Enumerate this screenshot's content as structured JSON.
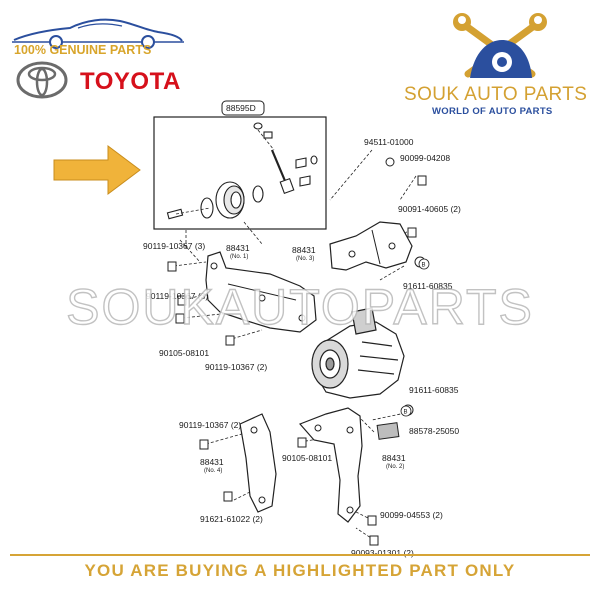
{
  "brand": {
    "genuine_text": "100% GENUINE PARTS",
    "toyota_text": "TOYOTA",
    "store_name": "SOUK AUTO PARTS",
    "store_tagline": "WORLD OF AUTO PARTS"
  },
  "watermark": "SOUKAUTOPARTS",
  "footer": "YOU ARE BUYING A HIGHLIGHTED PART ONLY",
  "colors": {
    "gold": "#d6a436",
    "toyota_red": "#d6101b",
    "store_blue": "#2b4f9e",
    "arrow_yellow": "#f0b33a"
  },
  "highlight": {
    "part": "88595D"
  },
  "callouts": {
    "c1": "94511-01000",
    "c2": "90099-04208",
    "c3": "90091-40605 (2)",
    "c4": "90119-10367 (3)",
    "c5": "88431",
    "c5_sub": "(No. 1)",
    "c6": "88431",
    "c6_sub": "(No. 3)",
    "c7": "91611-60835",
    "c8": "90119-10367 (3)",
    "c9": "90105-08101",
    "c10": "90119-10367 (2)",
    "c11": "91611-60835",
    "c12": "90119-10367 (2)",
    "c13": "88578-25050",
    "c14": "88431",
    "c14_sub": "(No. 4)",
    "c15": "90105-08101",
    "c16": "88431",
    "c16_sub": "(No. 2)",
    "c17": "90099-04553 (2)",
    "c18": "91621-61022 (2)",
    "c19": "90093-01301 (2)",
    "marker_b": "B"
  }
}
